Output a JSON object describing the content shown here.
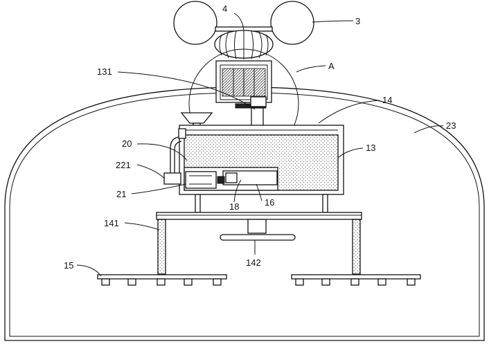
{
  "labels": {
    "l4": "4",
    "l3": "3",
    "lA": "A",
    "l131": "131",
    "l14": "14",
    "l23": "23",
    "l20": "20",
    "l13": "13",
    "l221": "221",
    "l21": "21",
    "l18": "18",
    "l16": "16",
    "l141": "141",
    "l142": "142",
    "l15": "15"
  }
}
